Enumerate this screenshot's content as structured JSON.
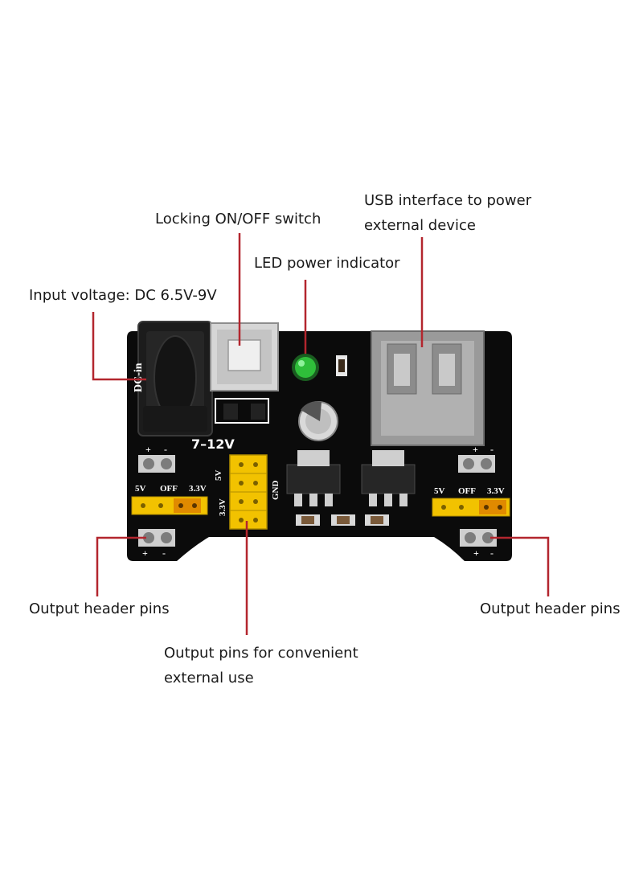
{
  "labels": {
    "usb_line1": "USB interface to power",
    "usb_line2": "external device",
    "switch": "Locking ON/OFF switch",
    "led": "LED power indicator",
    "input_voltage": "Input voltage: DC 6.5V-9V",
    "output_left": "Output header pins",
    "output_right": "Output header pins",
    "output_pins_line1": "Output pins for convenient",
    "output_pins_line2": "external use"
  },
  "board": {
    "dc_in": "DC-in",
    "voltage_range": "7–12V",
    "left_selector": {
      "v5": "5V",
      "off": "OFF",
      "v33": "3.3V"
    },
    "right_selector": {
      "v5": "5V",
      "off": "OFF",
      "v33": "3.3V"
    },
    "center_pins": {
      "v5": "5V",
      "v33": "3.3V",
      "gnd": "GND"
    },
    "plus": "+",
    "minus": "-"
  },
  "colors": {
    "board": "#0b0b0b",
    "leader_line": "#b3262e",
    "jumper": "#f2c200",
    "led": "#2fbf3a",
    "usb": "#9a9a9a"
  }
}
